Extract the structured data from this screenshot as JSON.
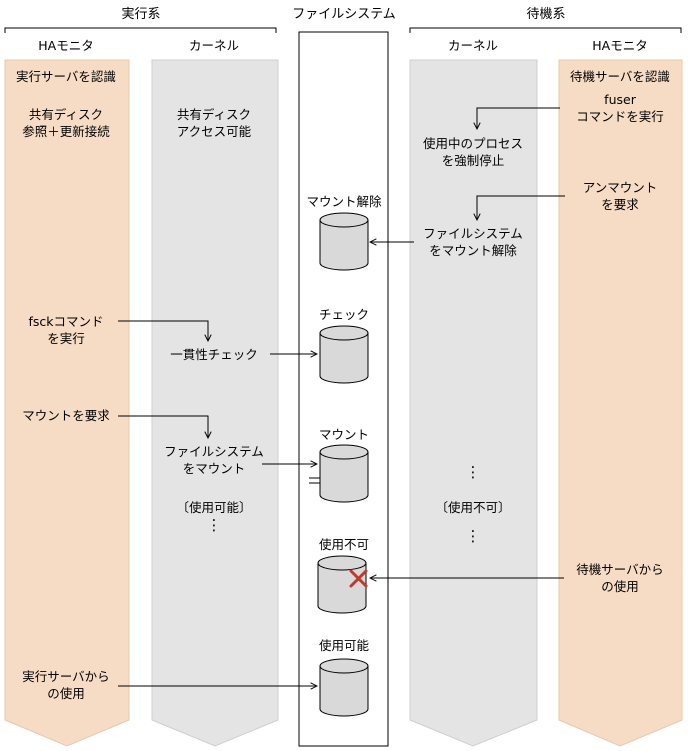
{
  "headers": {
    "active_group": "実行系",
    "filesystem": "ファイルシステム",
    "standby_group": "待機系"
  },
  "lanes": {
    "active_ha": "HAモニタ",
    "active_kernel": "カーネル",
    "standby_kernel": "カーネル",
    "standby_ha": "HAモニタ"
  },
  "active_ha": {
    "recognize": "実行サーバを認識",
    "shared_disk": "共有ディスク\n参照＋更新接続",
    "fsck": "fsckコマンド\nを実行",
    "mount_req": "マウントを要求",
    "use_from": "実行サーバから\nの使用"
  },
  "active_kernel": {
    "access": "共有ディスク\nアクセス可能",
    "consistency": "一貫性チェック",
    "mount": "ファイルシステム\nをマウント",
    "usable": "〔使用可能〕",
    "dots": "⋮"
  },
  "filesystem": {
    "unmount": "マウント解除",
    "check": "チェック",
    "mount": "マウント",
    "unusable": "使用不可",
    "usable": "使用可能"
  },
  "standby_kernel": {
    "kill": "使用中のプロセス\nを強制停止",
    "unmount_fs": "ファイルシステム\nをマウント解除",
    "dots_top": "⋮",
    "unusable": "〔使用不可〕",
    "dots_bottom": "⋮"
  },
  "standby_ha": {
    "recognize": "待機サーバを認識",
    "fuser": "fuser\nコマンドを実行",
    "unmount_req": "アンマウント\nを要求",
    "use_from": "待機サーバから\nの使用"
  },
  "colors": {
    "ha_fill": "#f6dcc5",
    "kernel_fill": "#e4e4e4",
    "disk_fill": "#d9d9d9",
    "cross": "#c0392b"
  }
}
